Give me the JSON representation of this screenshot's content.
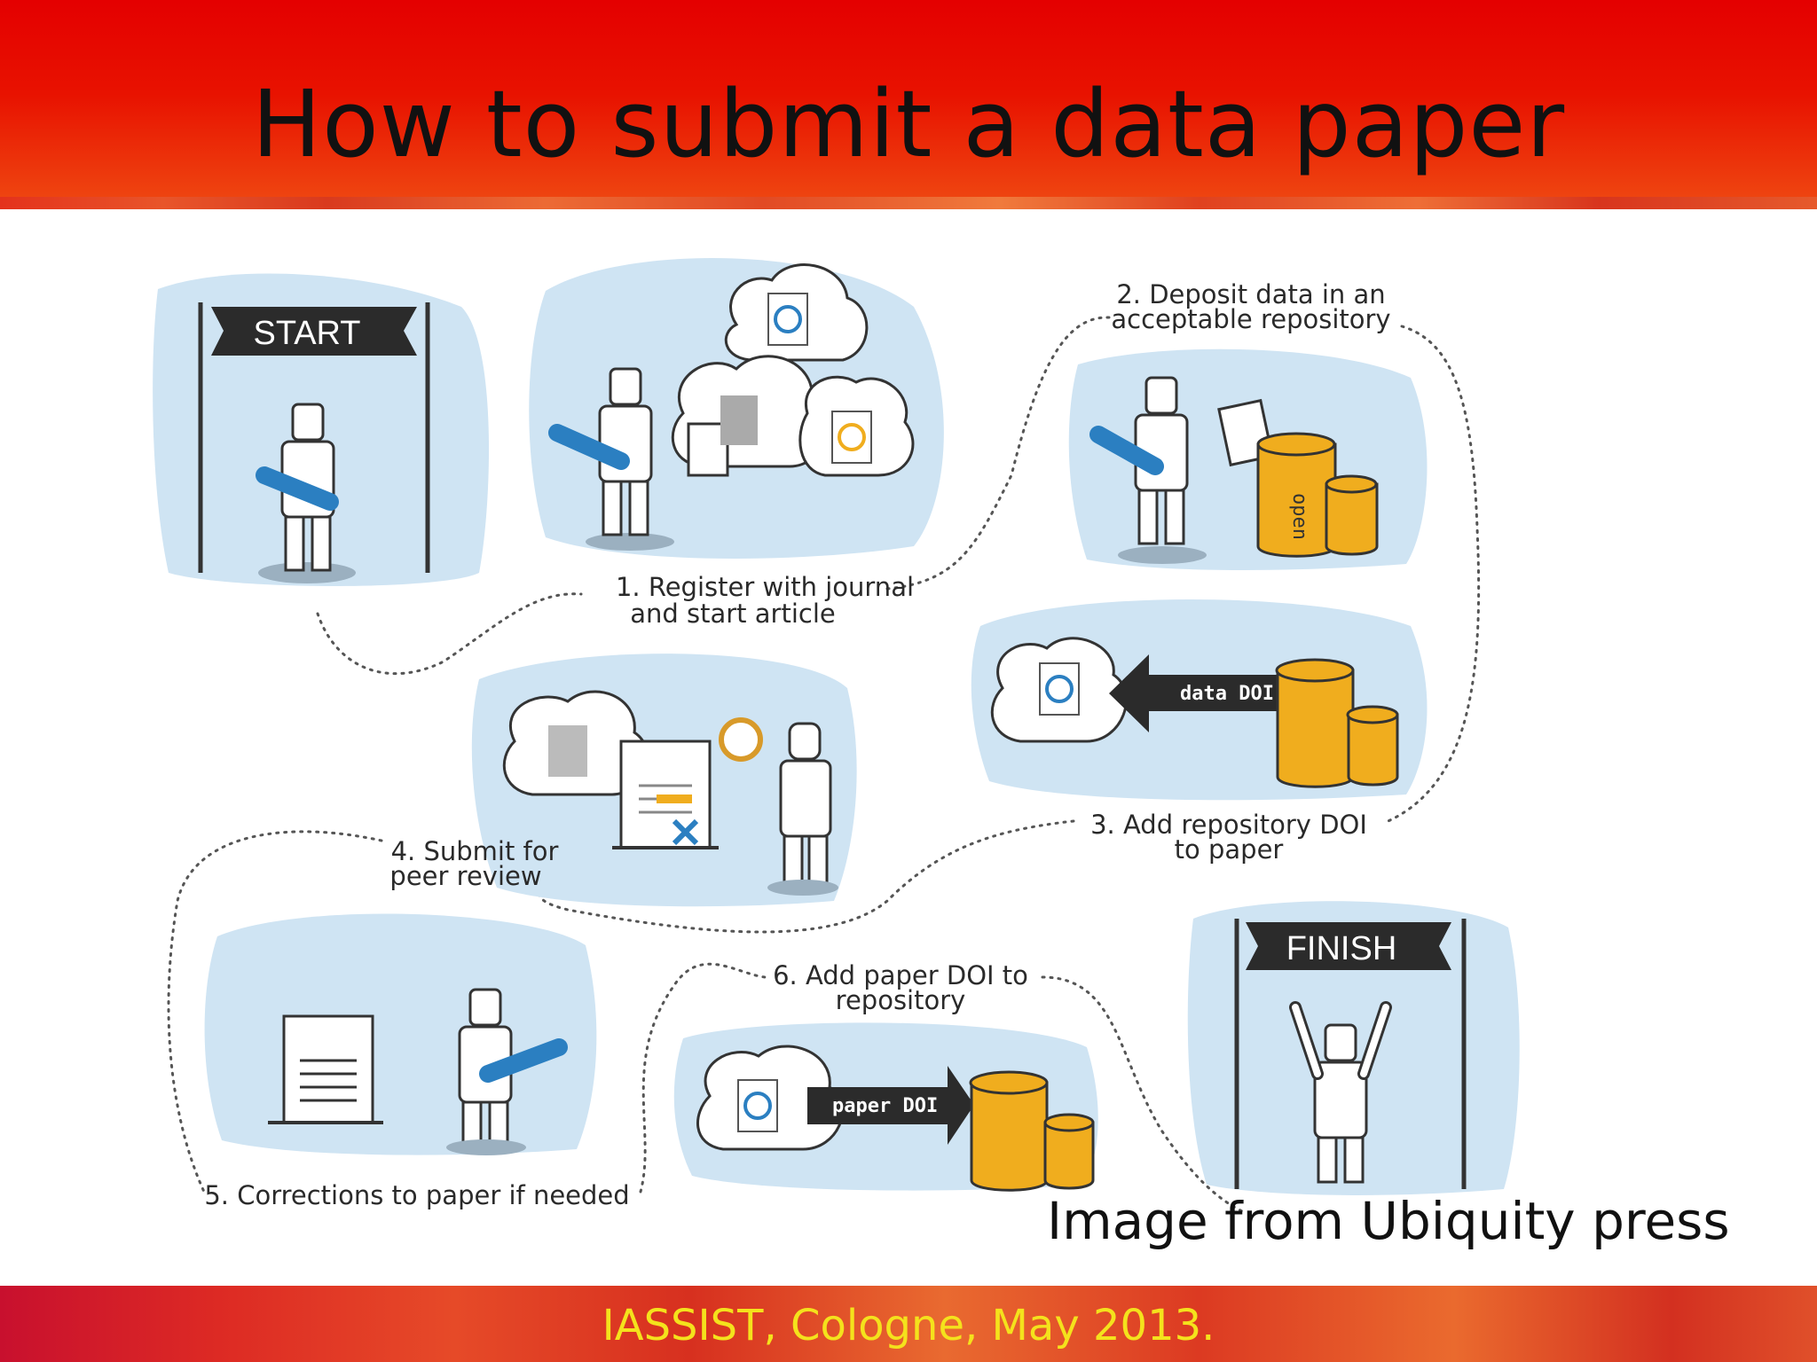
{
  "slide": {
    "title": "How to submit a data paper",
    "credit": "Image from Ubiquity press",
    "footer": "IASSIST, Cologne, May 2013."
  },
  "diagram": {
    "start_label": "START",
    "finish_label": "FINISH",
    "steps": [
      {
        "line1": "1. Register with journal",
        "line2": "and start article"
      },
      {
        "line1": "2. Deposit data in an",
        "line2": "acceptable repository"
      },
      {
        "line1": "3. Add repository DOI",
        "line2": "to paper"
      },
      {
        "line1": "4. Submit for",
        "line2": "peer review"
      },
      {
        "line1": "5. Corrections to paper if needed",
        "line2": ""
      },
      {
        "line1": "6. Add paper DOI to",
        "line2": "repository"
      }
    ],
    "data_doi_label": "data DOI",
    "paper_doi_label": "paper DOI",
    "can_label": "open",
    "colors": {
      "accent": "#f0ad1e",
      "arrow": "#2b2b2b",
      "panel": "#cfe4f3",
      "pencil": "#2b7fc1"
    }
  }
}
